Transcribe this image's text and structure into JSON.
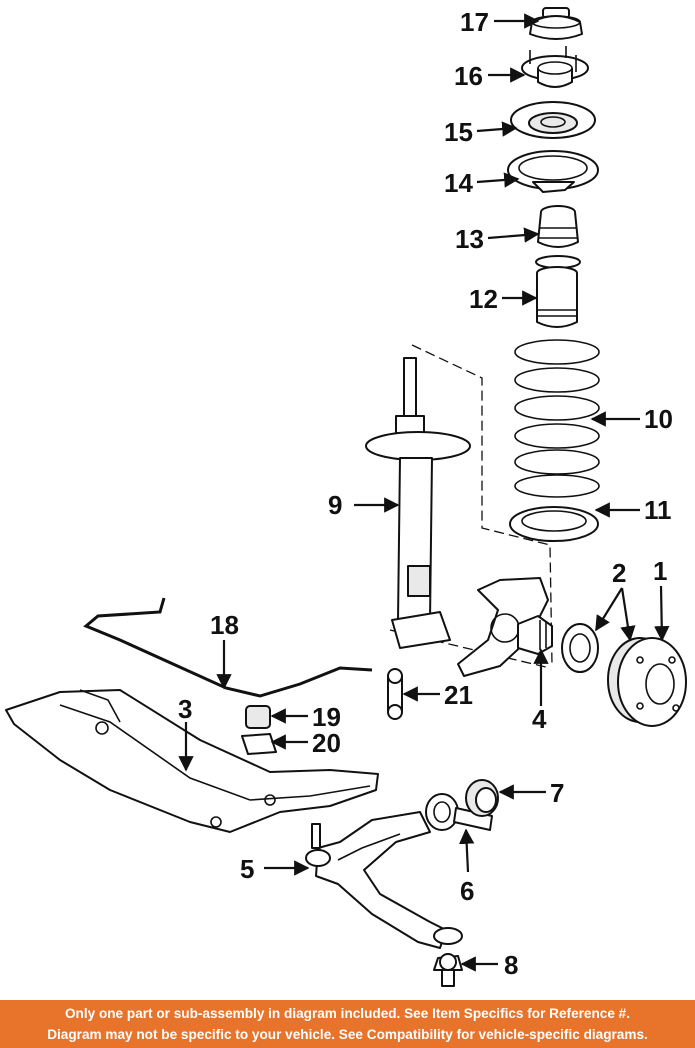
{
  "callouts": {
    "c1": "1",
    "c2": "2",
    "c3": "3",
    "c4": "4",
    "c5": "5",
    "c6": "6",
    "c7": "7",
    "c8": "8",
    "c9": "9",
    "c10": "10",
    "c11": "11",
    "c12": "12",
    "c13": "13",
    "c14": "14",
    "c15": "15",
    "c16": "16",
    "c17": "17",
    "c18": "18",
    "c19": "19",
    "c20": "20",
    "c21": "21"
  },
  "footer": {
    "line1": "Only one part or sub-assembly in diagram included. See Item Specifics for Reference #.",
    "line2": "Diagram may not be specific to your vehicle. See Compatibility for vehicle-specific diagrams."
  },
  "colors": {
    "banner": "#e8742b",
    "banner_text": "#ffffff",
    "ink": "#111111"
  }
}
